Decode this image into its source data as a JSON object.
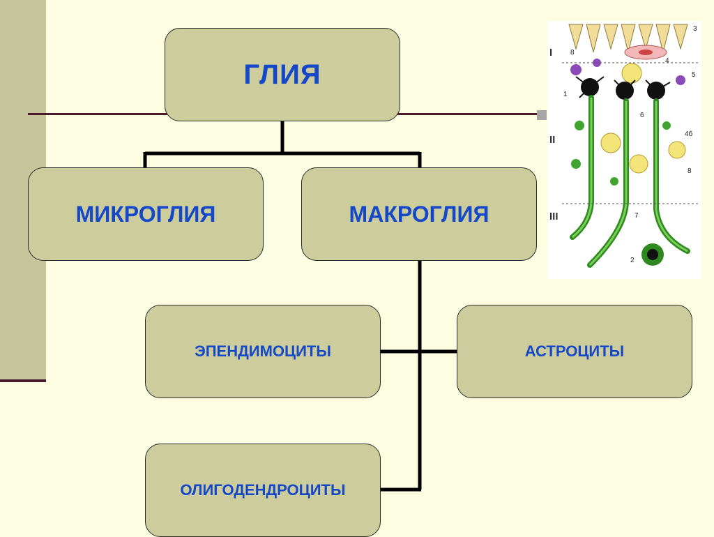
{
  "diagram": {
    "root": {
      "label": "ГЛИЯ"
    },
    "level1": [
      {
        "label": "МИКРОГЛИЯ"
      },
      {
        "label": "МАКРОГЛИЯ"
      }
    ],
    "macroglia_children": [
      {
        "label": "ЭПЕНДИМОЦИТЫ"
      },
      {
        "label": "АСТРОЦИТЫ"
      },
      {
        "label": "ОЛИГОДЕНДРОЦИТЫ"
      }
    ]
  },
  "illustration": {
    "layer_labels": [
      "I",
      "II",
      "III"
    ],
    "number_labels": [
      "3",
      "8",
      "4",
      "5",
      "1",
      "6",
      "4б",
      "8",
      "7",
      "2"
    ]
  },
  "colors": {
    "background": "#fdfde2",
    "box_fill": "#cccc9c",
    "box_text": "#1548c9",
    "connector": "#000000",
    "accent_line": "#4a1c2e",
    "side_bar": "#c5c49a"
  }
}
